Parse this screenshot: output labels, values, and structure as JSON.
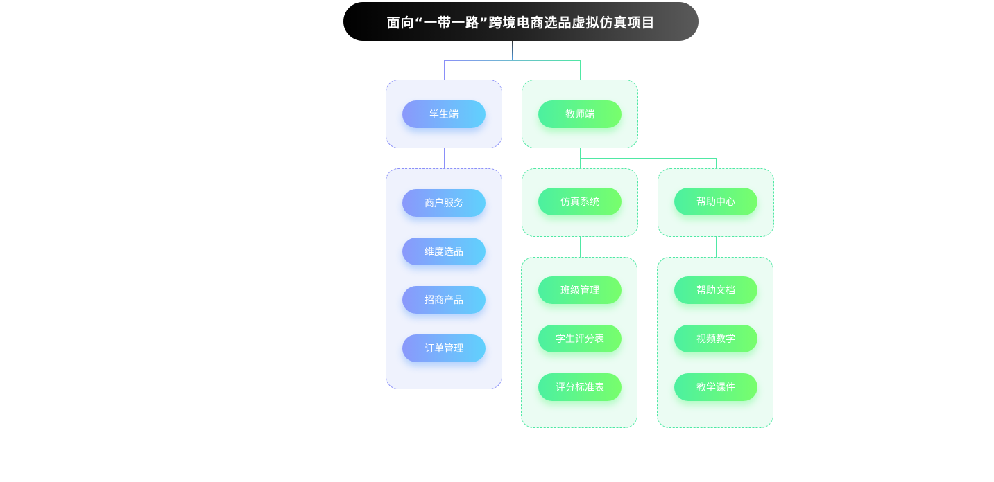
{
  "title": "面向“一带一路”跨境电商选品虚拟仿真项目",
  "student": {
    "label": "学生端",
    "items": [
      "商户服务",
      "维度选品",
      "招商产品",
      "订单管理"
    ]
  },
  "teacher": {
    "label": "教师端",
    "simulation": {
      "label": "仿真系统",
      "items": [
        "班级管理",
        "学生评分表",
        "评分标准表"
      ]
    },
    "help": {
      "label": "帮助中心",
      "items": [
        "帮助文档",
        "视频教学",
        "教学课件"
      ]
    }
  },
  "colors": {
    "student_line": "#8a8ff8",
    "teacher_line": "#4fe8a4"
  }
}
